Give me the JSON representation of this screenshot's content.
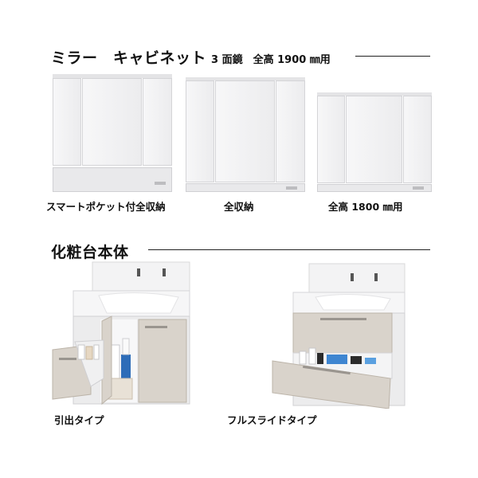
{
  "mirror_section": {
    "title": "ミラー　キャビネット",
    "subtitle": "3 面鏡　全高 1900 ㎜用"
  },
  "mirror_items": [
    {
      "caption": "スマートポケット付全収納"
    },
    {
      "caption": "全収納"
    },
    {
      "caption": "全高 1800 ㎜用"
    }
  ],
  "vanity_section": {
    "title": "化粧台本体"
  },
  "vanity_items": [
    {
      "caption": "引出タイプ"
    },
    {
      "caption": "フルスライドタイプ"
    }
  ],
  "colors": {
    "wood_panel": "#d9d3cb",
    "cabinet_white": "#f2f2f3",
    "rule": "#222222"
  }
}
